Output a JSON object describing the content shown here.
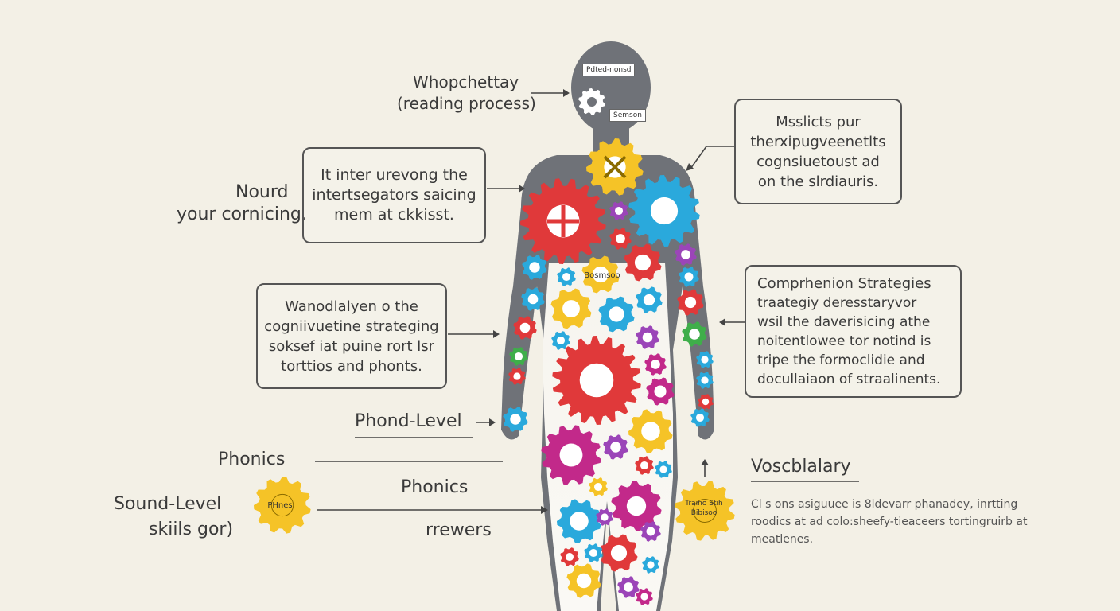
{
  "labels": {
    "top_left_1": "Whopchettay",
    "top_left_2": "(reading process)",
    "left_mid_1": "Nourd",
    "left_mid_2": "your cornicing.",
    "phond_level": "Phond-Level",
    "phonics_1": "Phonics",
    "phonics_2": "Phonics",
    "sound_level_1": "Sound-Level",
    "sound_level_2": "skiils gor)",
    "rrewers": "rrewers",
    "vocabulary": "Voscblalary"
  },
  "boxes": {
    "box1": [
      "It inter urevong the",
      "intertsegators saicing",
      "mem at ckkisst."
    ],
    "box2": [
      "Wanodlalyen o the",
      "cogniivuetine strateging",
      "soksef iat puine rort lsr",
      "torttios and phonts."
    ],
    "box3": [
      "Msslicts pur",
      "therxipugveenetlts",
      "cognsiuetoust ad",
      "on the slrdiauris."
    ],
    "box4": [
      "Comprhenion Strategies",
      "traategiy deresstaryvor",
      "wsil the daverisicing athe",
      "noitentlowee tor notind is",
      "tripe the formoclidie and",
      "docullaiaon of straalinents."
    ]
  },
  "vocab_description": "Cl s ons asiguuee is 8ldevarr phanadey, inrtting roodics at ad colo:sheefy-tieaceers tortingruirb at meatlenes.",
  "tags": {
    "head_tag_1": "Pdted-nonsd",
    "head_tag_2": "Semson",
    "torso_gear": "Bosmsoo"
  },
  "gear_texts": {
    "left_gear": "PHnes",
    "right_gear": "Traino Stih Bibisoo"
  },
  "colors": {
    "background": "#f3f0e6",
    "body": "#6f7278",
    "red": "#e0393a",
    "blue": "#2aa9dc",
    "yellow": "#f5c327",
    "purple": "#9b45b8",
    "magenta": "#c2298a",
    "green": "#3fae4a"
  }
}
